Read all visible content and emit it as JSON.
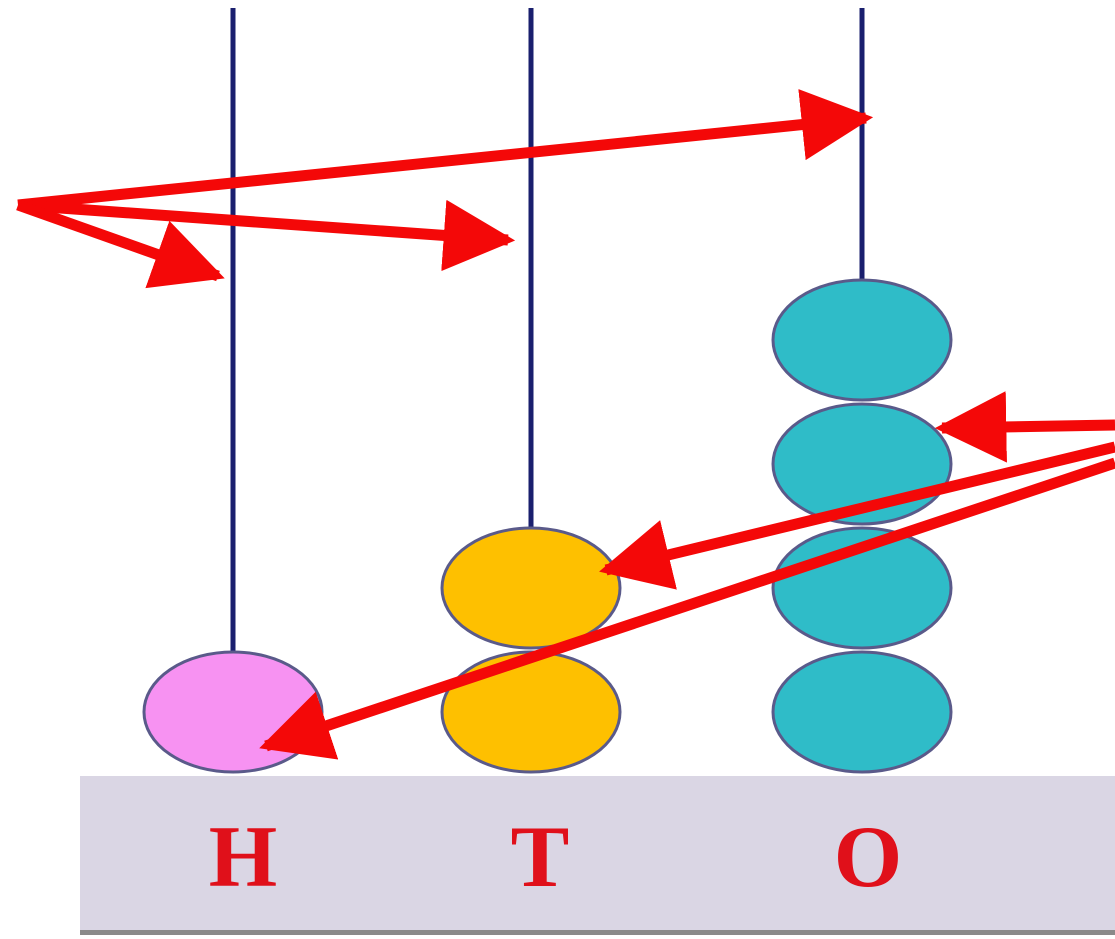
{
  "diagram": {
    "type": "abacus",
    "columns": [
      {
        "label": "H",
        "bead_count": 1,
        "bead_color": "#f792f2"
      },
      {
        "label": "T",
        "bead_count": 2,
        "bead_color": "#fec000"
      },
      {
        "label": "O",
        "bead_count": 4,
        "bead_color": "#2fbcc8"
      }
    ]
  },
  "colors": {
    "rod": "#1a1f6e",
    "bead_outline": "#5a5a8a",
    "base": "#dad6e4",
    "base_shadow": "#8a8a8a",
    "label": "#e0101a",
    "arrow": "#f40808"
  }
}
